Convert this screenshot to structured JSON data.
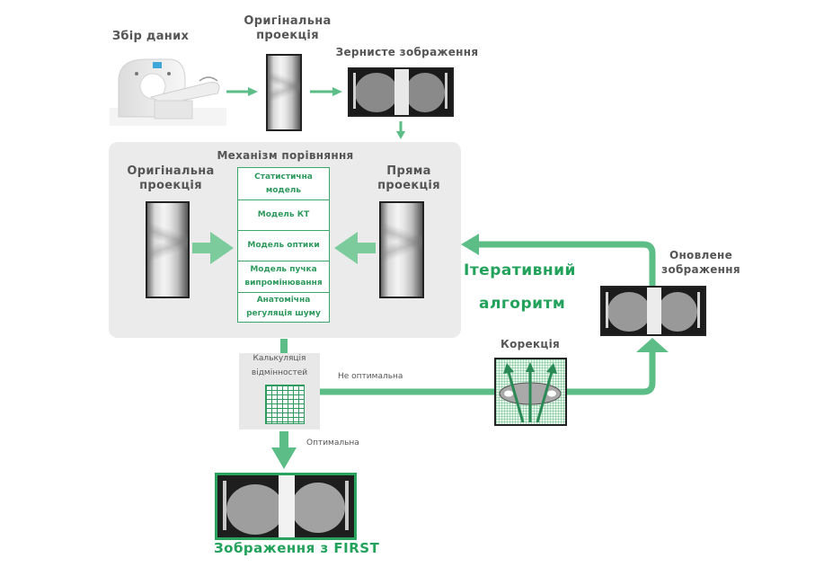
{
  "top": {
    "data_collection_label": "Збір даних",
    "original_projection_label": "Оригінальна проекція",
    "noisy_image_label": "Зернисте  зображення"
  },
  "comparison": {
    "title": "Механізм  порівняння",
    "original_projection_label": "Оригінальна проекція",
    "forward_projection_label": "Пряма проекція",
    "models": [
      {
        "label": "Статистична модель"
      },
      {
        "label": "Модель КТ"
      },
      {
        "label": "Модель оптики"
      },
      {
        "label": "Модель пучка випромінювання"
      },
      {
        "label": "Анатомічна регуляція  шуму"
      }
    ]
  },
  "loop": {
    "iterative_line1": "Ітеративний",
    "iterative_line2": "алгоритм",
    "updated_image_label": "Оновлене зображення",
    "correction_label": "Корекція"
  },
  "difference": {
    "label_line1": "Калькуляція",
    "label_line2": "відмінностей",
    "not_optimal_label": "Не оптимальна",
    "optimal_label": "Оптимальна"
  },
  "result": {
    "label": "Зображення з FIRST"
  },
  "colors": {
    "arrow_green": "#5dbd86",
    "text_green": "#22a25a",
    "panel_gray": "#ebebeb",
    "label_gray": "#555555"
  }
}
